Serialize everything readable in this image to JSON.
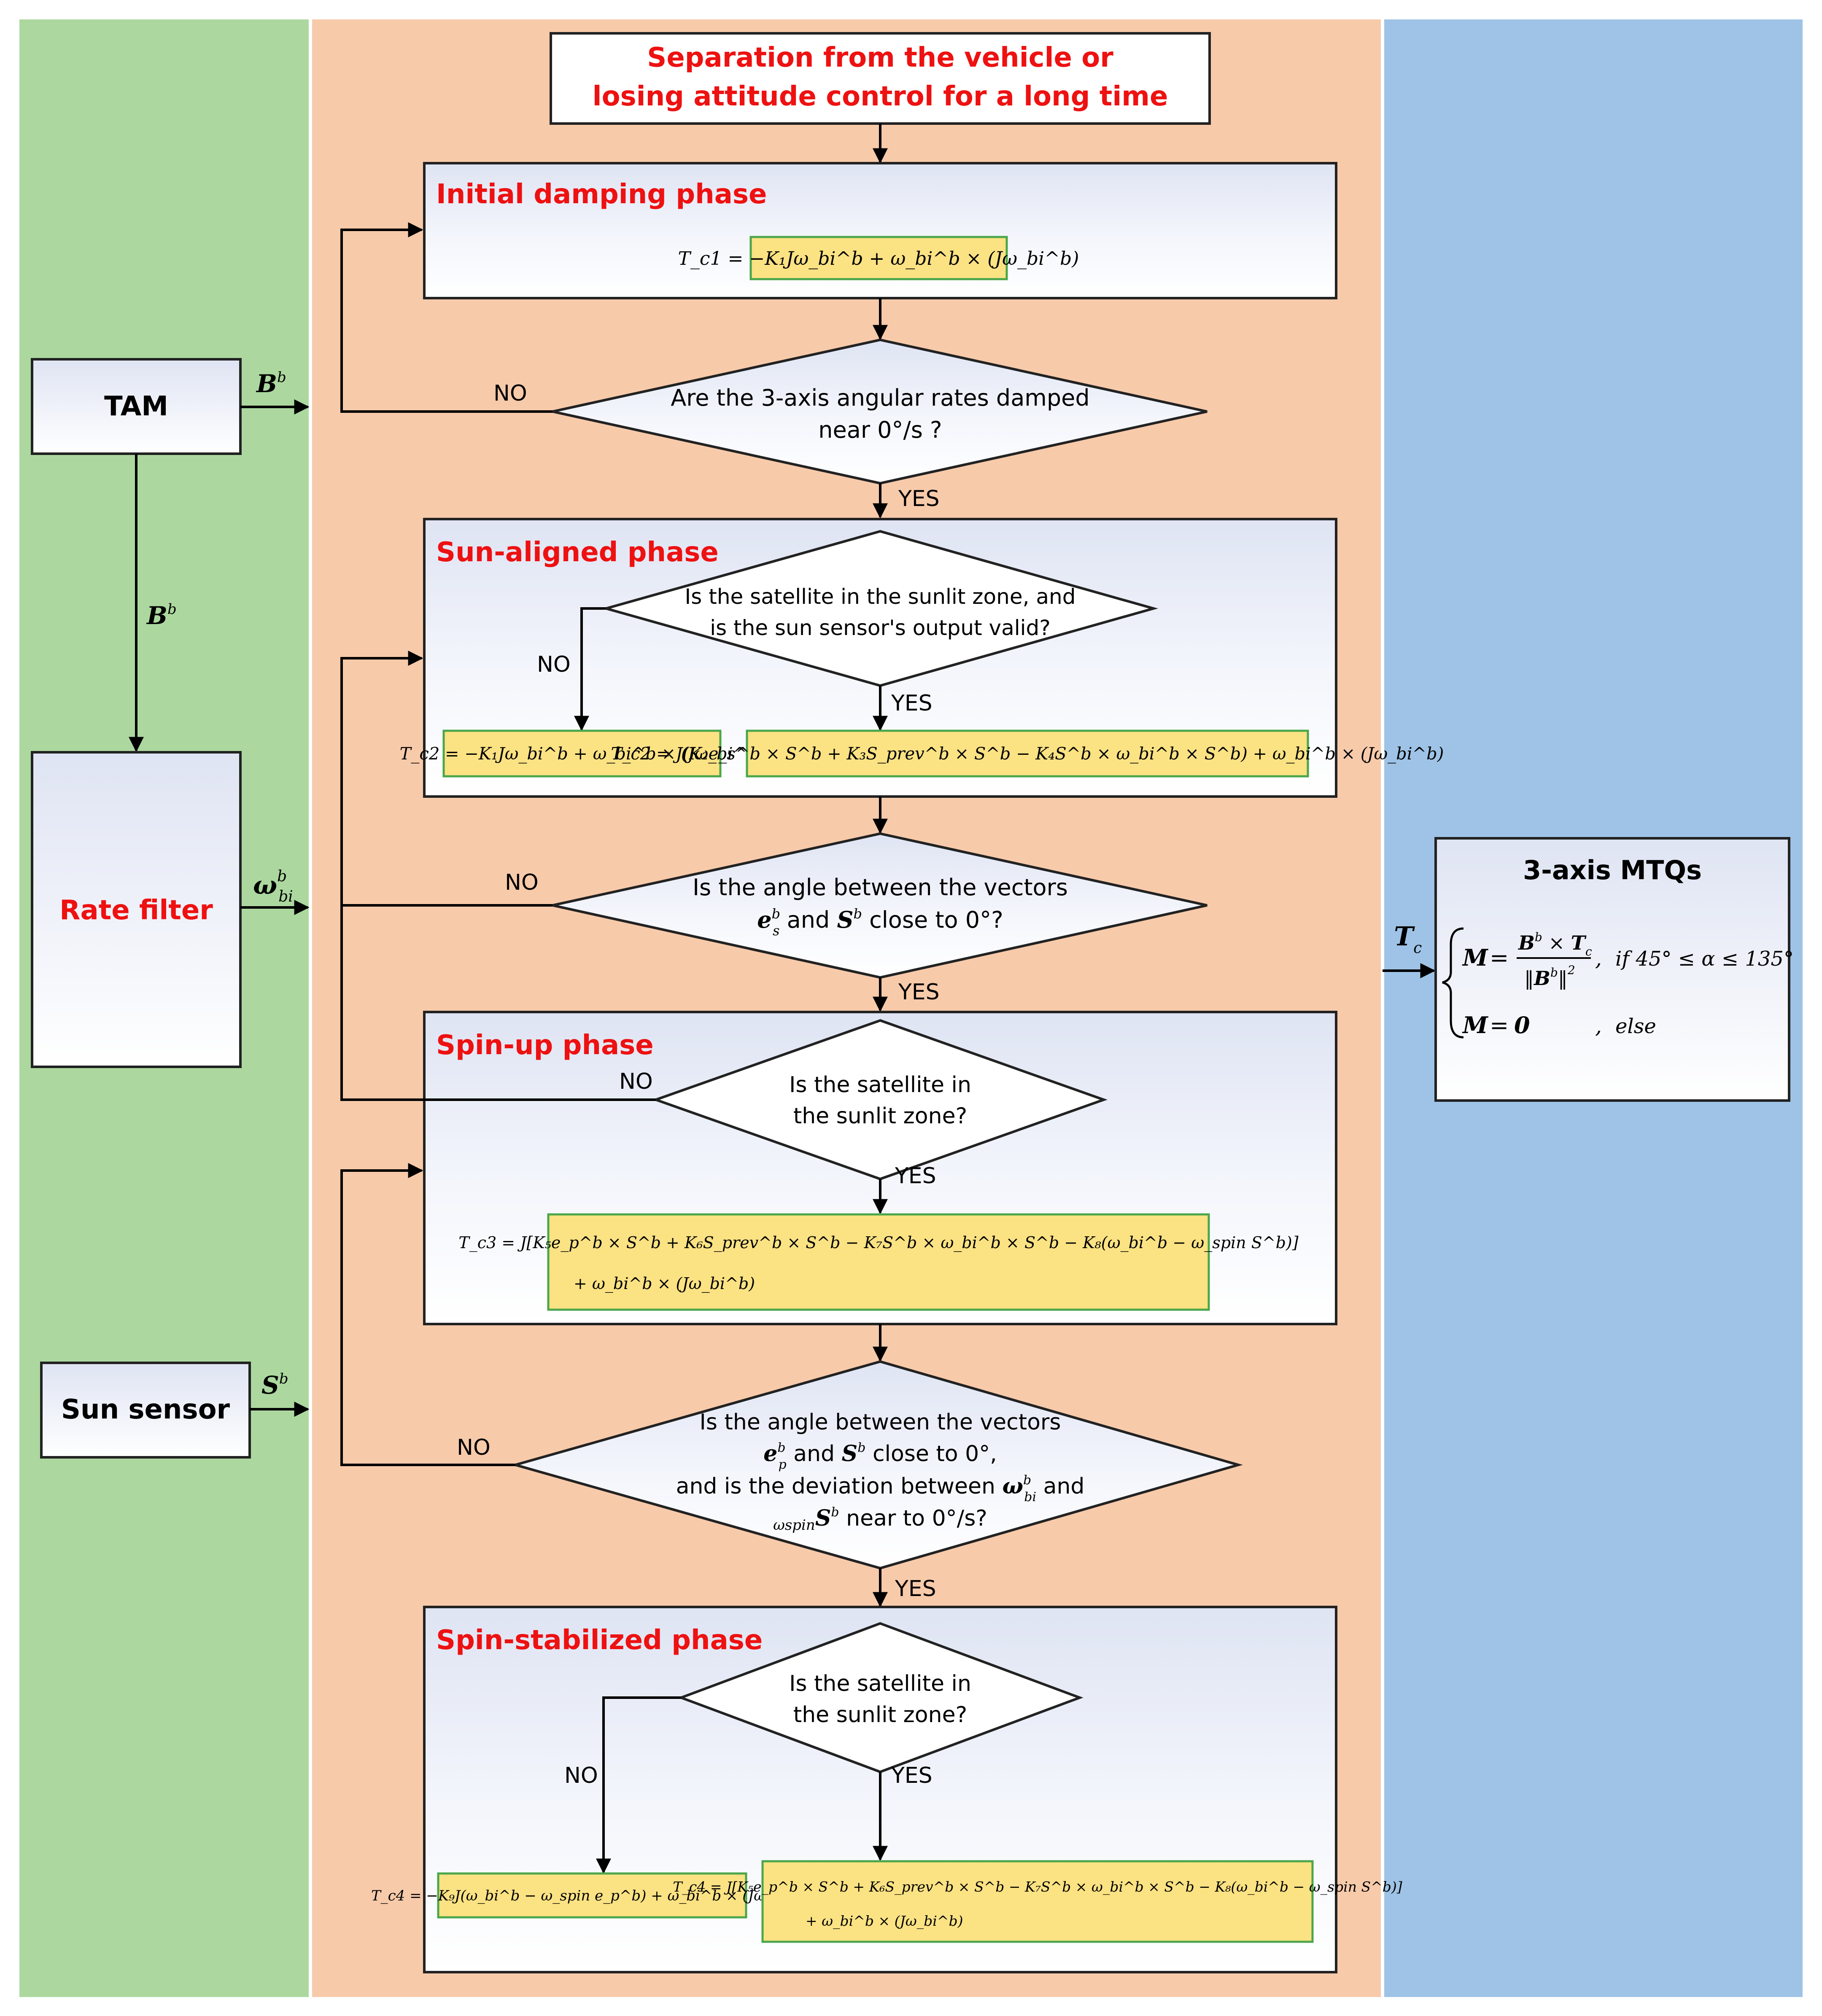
{
  "colors": {
    "sensor_lane": "#acd89f",
    "control_lane": "#f7caaa",
    "actuator_lane": "#9ec3e6",
    "accent_red": "#ee1111",
    "box_border": "#222222",
    "equation_fill": "#fbe283",
    "equation_border": "#4aa64a"
  },
  "title_box": {
    "line1": "Separation from the vehicle or",
    "line2": "losing attitude control for a long time"
  },
  "sensors": {
    "tam": "TAM",
    "rate_filter": "Rate filter",
    "sun_sensor": "Sun sensor",
    "b_sym": "B",
    "b_sup": "b",
    "omega_sym": "ω",
    "omega_sup": "b",
    "omega_sub": "bi",
    "s_sym": "S",
    "s_sup": "b"
  },
  "phases": {
    "damping": {
      "title": "Initial damping phase",
      "equation": "T_c1 = −K₁Jω_bi^b + ω_bi^b × (Jω_bi^b)"
    },
    "sun_aligned": {
      "title": "Sun-aligned phase",
      "question_line1": "Is the satellite in the sunlit zone, and",
      "question_line2": "is the sun sensor's output valid?",
      "no_equation": "T_c2 = −K₁Jω_bi^b + ω_bi^b × (Jω_bi^b)",
      "yes_equation": "T_c2 = J(K₂e_s^b × S^b + K₃S_prev^b × S^b − K₄S^b × ω_bi^b × S^b) + ω_bi^b × (Jω_bi^b)"
    },
    "spin_up": {
      "title": "Spin-up phase",
      "question_line1": "Is the satellite in",
      "question_line2": "the sunlit zone?",
      "equation_line1": "T_c3 = J[K₅e_p^b × S^b + K₆S_prev^b × S^b − K₇S^b × ω_bi^b × S^b − K₈(ω_bi^b − ω_spin S^b)]",
      "equation_line2": "+ ω_bi^b × (Jω_bi^b)"
    },
    "spin_stabilized": {
      "title": "Spin-stabilized phase",
      "question_line1": "Is the satellite in",
      "question_line2": "the sunlit zone?",
      "no_equation": "T_c4 = −K₉J(ω_bi^b − ω_spin e_p^b) + ω_bi^b × (Jω_bi^b)",
      "yes_equation_line1": "T_c4 = J[K₅e_p^b × S^b + K₆S_prev^b × S^b − K₇S^b × ω_bi^b × S^b − K₈(ω_bi^b − ω_spin S^b)]",
      "yes_equation_line2": "+ ω_bi^b × (Jω_bi^b)"
    }
  },
  "decisions": {
    "rates_damped": {
      "line1": "Are the 3-axis angular rates damped",
      "line2": "near 0°/s ?"
    },
    "angle_es": {
      "line1": "Is the angle between the vectors",
      "line2_post": " and ",
      "line2_end": " close to 0°?"
    },
    "angle_ep": {
      "line1": "Is the angle between the vectors",
      "line2_mid": " and ",
      "line2_end": " close to 0°,",
      "line3_pre": "and is the deviation between ",
      "line3_post": " and",
      "line4_end": " near to 0°/s?"
    }
  },
  "labels": {
    "yes": "YES",
    "no": "NO"
  },
  "actuator": {
    "title": "3-axis MTQs",
    "input": "T",
    "input_sub": "c",
    "case1_lhs": "M",
    "case1_condition": "if 45° ≤ α ≤ 135°",
    "case2_lhs": "M",
    "case2_rhs": "0",
    "case2_condition": "else"
  }
}
